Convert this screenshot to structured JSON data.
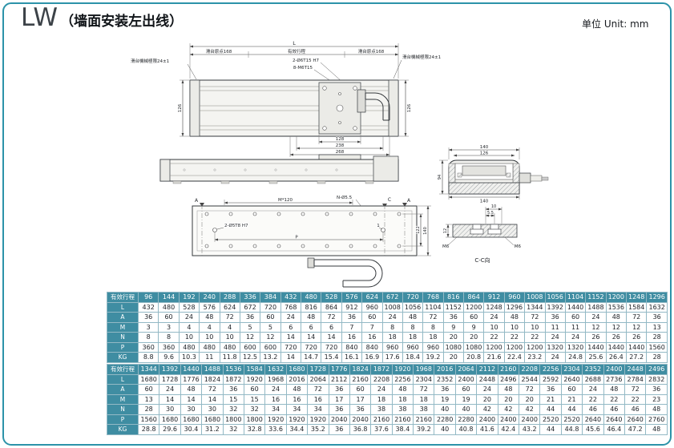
{
  "header": {
    "model": "LW",
    "subtitle": "（墙面安装左出线）",
    "unit": "单位 Unit: mm"
  },
  "drawing": {
    "top_view": {
      "dim_overall": "L",
      "origin_left": "滑台原点168",
      "stroke_label": "有效行程",
      "origin_right": "滑台原点168",
      "limit_left": "滑台機械極限24±1",
      "limit_right": "滑台機械極限24±1",
      "note_holes_h7": "2-Ø6T15 H7",
      "note_holes_m6": "8-M6T15",
      "width_left": "126",
      "width_right": "126",
      "dim_128": "128",
      "dim_238": "238",
      "dim_268": "268"
    },
    "plan_view": {
      "pitch": "M*120",
      "note_n": "N-Ø5.5",
      "sec_a_left": "A",
      "sec_a_right": "A",
      "sec_c": "C",
      "note_dowel": "2-Ø5T8 H7",
      "dim_p": "P",
      "note_1": "1",
      "dim_122": "122",
      "dim_140": "140"
    },
    "end_view": {
      "dim_140_top": "140",
      "dim_126": "126",
      "dim_94": "94",
      "dim_140_bottom": "140"
    },
    "section": {
      "dim_10": "10",
      "dim_55": "5.5",
      "dim_12": "12",
      "m6_left": "M6",
      "m6_right": "M6",
      "caption": "C-C向"
    }
  },
  "tables": [
    {
      "stroke_label": "有效行程",
      "strokes": [
        96,
        144,
        192,
        240,
        288,
        336,
        384,
        432,
        480,
        528,
        576,
        624,
        672,
        720,
        768,
        816,
        864,
        912,
        960,
        1008,
        1056,
        1104,
        1152,
        1200,
        1248,
        1296
      ],
      "rows": [
        {
          "label": "L",
          "values": [
            432,
            480,
            528,
            576,
            624,
            672,
            720,
            768,
            816,
            864,
            912,
            960,
            1008,
            1056,
            1104,
            1152,
            1200,
            1248,
            1296,
            1344,
            1392,
            1440,
            1488,
            1536,
            1584,
            1632
          ]
        },
        {
          "label": "A",
          "values": [
            36,
            60,
            24,
            48,
            72,
            36,
            60,
            24,
            48,
            72,
            36,
            60,
            24,
            48,
            72,
            36,
            60,
            24,
            48,
            72,
            36,
            60,
            24,
            48,
            72,
            36
          ]
        },
        {
          "label": "M",
          "values": [
            3,
            3,
            4,
            4,
            4,
            5,
            5,
            6,
            6,
            6,
            7,
            7,
            8,
            8,
            8,
            9,
            9,
            10,
            10,
            10,
            11,
            11,
            12,
            12,
            12,
            13
          ]
        },
        {
          "label": "N",
          "values": [
            8,
            8,
            10,
            10,
            10,
            12,
            12,
            14,
            14,
            14,
            16,
            16,
            18,
            18,
            18,
            20,
            20,
            22,
            22,
            22,
            24,
            24,
            26,
            26,
            26,
            28
          ]
        },
        {
          "label": "P",
          "values": [
            360,
            360,
            480,
            480,
            480,
            600,
            600,
            720,
            720,
            720,
            840,
            840,
            960,
            960,
            960,
            1080,
            1080,
            1200,
            1200,
            1200,
            1320,
            1320,
            1440,
            1440,
            1440,
            1560
          ]
        },
        {
          "label": "KG",
          "values": [
            8.8,
            9.6,
            10.3,
            11,
            11.8,
            12.5,
            13.2,
            14,
            14.7,
            15.4,
            16.1,
            16.9,
            17.6,
            18.4,
            19.2,
            20,
            20.8,
            21.6,
            22.4,
            23.2,
            24,
            24.8,
            25.6,
            26.4,
            27.2,
            28
          ]
        }
      ]
    },
    {
      "stroke_label": "有效行程",
      "strokes": [
        1344,
        1392,
        1440,
        1488,
        1536,
        1584,
        1632,
        1680,
        1728,
        1776,
        1824,
        1872,
        1920,
        1968,
        2016,
        2064,
        2112,
        2160,
        2208,
        2256,
        2304,
        2352,
        2400,
        2448,
        2496
      ],
      "rows": [
        {
          "label": "L",
          "values": [
            1680,
            1728,
            1776,
            1824,
            1872,
            1920,
            1968,
            2016,
            2064,
            2112,
            2160,
            2208,
            2256,
            2304,
            2352,
            2400,
            2448,
            2496,
            2544,
            2592,
            2640,
            2688,
            2736,
            2784,
            2832
          ]
        },
        {
          "label": "A",
          "values": [
            60,
            24,
            48,
            72,
            36,
            60,
            24,
            48,
            72,
            36,
            60,
            24,
            48,
            72,
            36,
            60,
            24,
            48,
            72,
            36,
            60,
            24,
            48,
            72,
            36
          ]
        },
        {
          "label": "M",
          "values": [
            13,
            14,
            14,
            14,
            15,
            15,
            16,
            16,
            16,
            17,
            17,
            18,
            18,
            18,
            19,
            19,
            20,
            20,
            20,
            21,
            21,
            22,
            22,
            22,
            23
          ]
        },
        {
          "label": "N",
          "values": [
            28,
            30,
            30,
            30,
            32,
            32,
            34,
            34,
            34,
            36,
            36,
            38,
            38,
            38,
            40,
            40,
            42,
            42,
            42,
            44,
            44,
            46,
            46,
            46,
            48
          ]
        },
        {
          "label": "P",
          "values": [
            1560,
            1680,
            1680,
            1680,
            1800,
            1800,
            1920,
            1920,
            1920,
            2040,
            2040,
            2160,
            2160,
            2160,
            2280,
            2280,
            2400,
            2400,
            2400,
            2520,
            2520,
            2640,
            2640,
            2640,
            2760
          ]
        },
        {
          "label": "KG",
          "values": [
            28.8,
            29.6,
            30.4,
            31.2,
            32,
            32.8,
            33.6,
            34.4,
            35.2,
            36,
            36.8,
            37.6,
            38.4,
            39.2,
            40,
            40.8,
            41.6,
            42.4,
            43.2,
            44,
            44.8,
            45.6,
            46.4,
            47.2,
            48
          ]
        }
      ]
    }
  ]
}
